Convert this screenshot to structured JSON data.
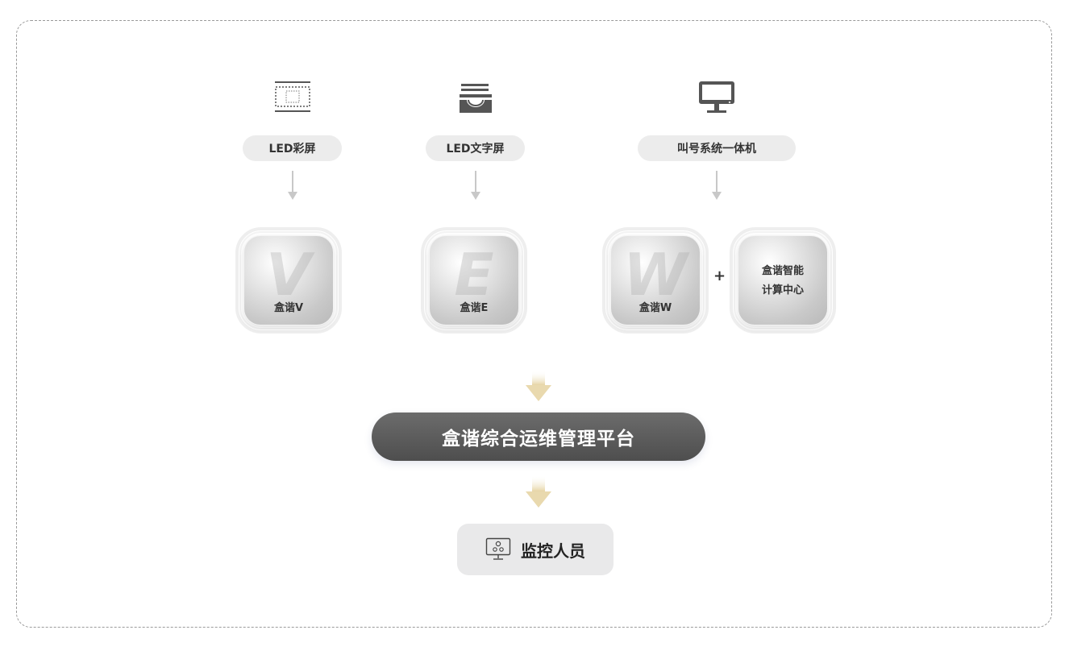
{
  "sources": [
    {
      "icon": "led-screen-icon",
      "label": "LED彩屏"
    },
    {
      "icon": "led-text-screen-icon",
      "label": "LED文字屏"
    },
    {
      "icon": "computer-monitor-icon",
      "label": "叫号系统一体机"
    }
  ],
  "devices": [
    {
      "letter": "V",
      "label": "盒谐V"
    },
    {
      "letter": "E",
      "label": "盒谐E"
    },
    {
      "letter": "W",
      "label": "盒谐W"
    }
  ],
  "plus": "+",
  "compute_center": {
    "line1": "盒谐智能",
    "line2": "计算中心"
  },
  "platform": {
    "label": "盒谐综合运维管理平台"
  },
  "monitor": {
    "icon": "monitor-person-icon",
    "label": "监控人员"
  },
  "colors": {
    "arrow_gold": "#e9d9ae",
    "platform_bg": "#5a5a5a",
    "pill_bg": "#ececec",
    "arrow_gray": "#c8c8c8"
  }
}
